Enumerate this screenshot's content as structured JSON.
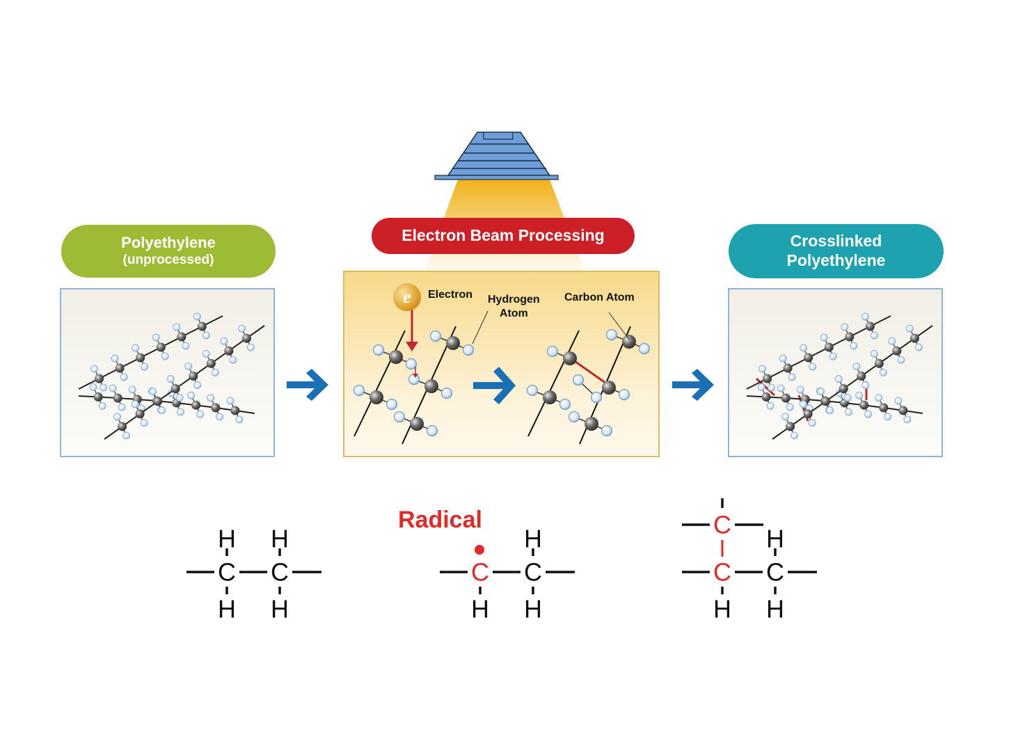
{
  "stages": [
    {
      "id": "unprocessed",
      "title_line1": "Polyethylene",
      "title_line2": "(unprocessed)",
      "color": "#9dbb34"
    },
    {
      "id": "ebeam",
      "title_line1": "Electron Beam Processing",
      "color": "#cc1f26",
      "labels": {
        "electron": "Electron",
        "electron_symbol": "e",
        "hydrogen_line1": "Hydrogen",
        "hydrogen_line2": "Atom",
        "carbon": "Carbon Atom"
      }
    },
    {
      "id": "crosslinked",
      "title_line1": "Crosslinked",
      "title_line2": "Polyethylene",
      "color": "#1ea2b0"
    }
  ],
  "arrows": {
    "color": "#1a6fb5",
    "icon": "arrow-right-icon"
  },
  "formulas": {
    "atom_H": "H",
    "atom_C": "C",
    "radical_label": "Radical",
    "highlight_color": "#e02a2a"
  },
  "colors": {
    "panel_border": "#8fb4d6",
    "ebeam_panel_border": "#e0b860",
    "beam": "#f3b420",
    "gun": "#6c9fd9",
    "crosslink": "#c0262c"
  }
}
